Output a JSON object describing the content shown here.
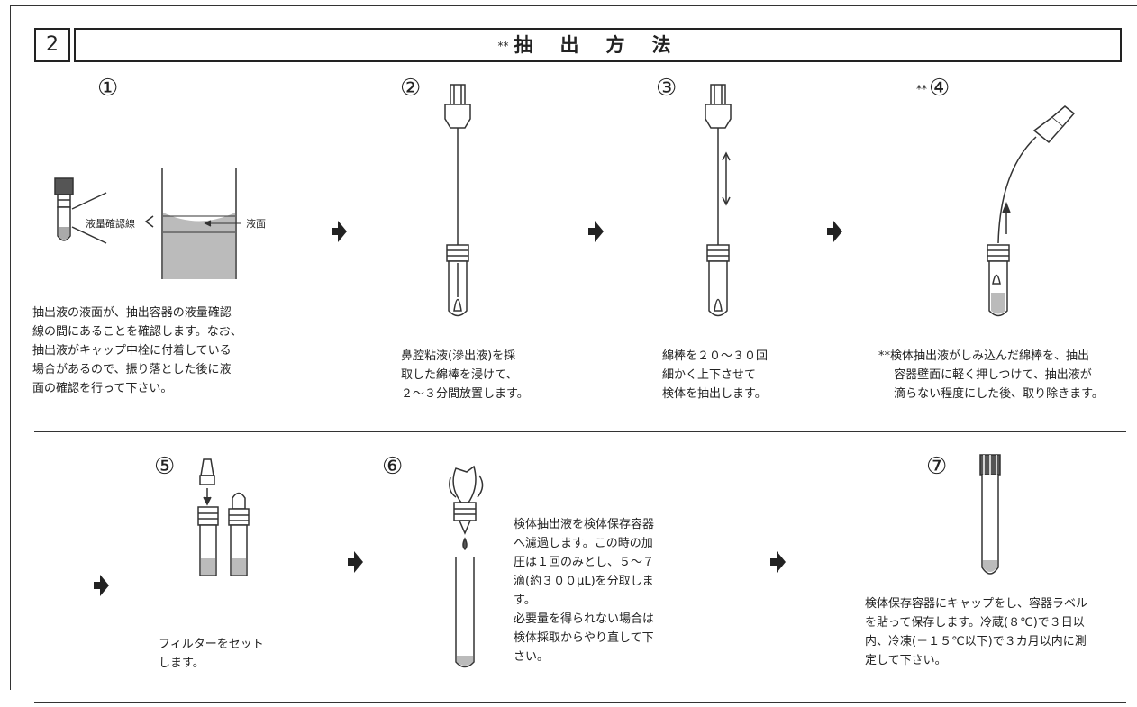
{
  "header": {
    "section_number": "2",
    "title_prefix": "**",
    "title": "抽出方法"
  },
  "steps": [
    {
      "number": "①",
      "prefix": "",
      "text": "抽出液の液面が、抽出容器の液量確認\n線の間にあることを確認します。なお、\n抽出液がキャップ中栓に付着している\n場合があるので、振り落とした後に液\n面の確認を行って下さい。",
      "labels": {
        "check_line": "液量確認線",
        "surface": "液面"
      }
    },
    {
      "number": "②",
      "prefix": "",
      "text": "鼻腔粘液(滲出液)を採\n取した綿棒を浸けて、\n２～３分間放置します。"
    },
    {
      "number": "③",
      "prefix": "",
      "text": "綿棒を２０～３０回\n細かく上下させて\n検体を抽出します。"
    },
    {
      "number": "④",
      "prefix": "**",
      "text": "**検体抽出液がしみ込んだ綿棒を、抽出\n　 容器壁面に軽く押しつけて、抽出液が\n　 滴らない程度にした後、取り除きます。"
    },
    {
      "number": "⑤",
      "prefix": "",
      "text": "フィルターをセット\nします。"
    },
    {
      "number": "⑥",
      "prefix": "",
      "text": "検体抽出液を検体保存容器\nへ濾過します。この時の加\n圧は１回のみとし、５～７\n滴(約３００μL)を分取しま\nす。\n必要量を得られない場合は\n検体採取からやり直して下\nさい。"
    },
    {
      "number": "⑦",
      "prefix": "",
      "text": "検体保存容器にキャップをし、容器ラベル\nを貼って保存します。冷蔵(８℃)で３日以\n内、冷凍(－１５℃以下)で３カ月以内に測\n定して下さい。"
    }
  ]
}
